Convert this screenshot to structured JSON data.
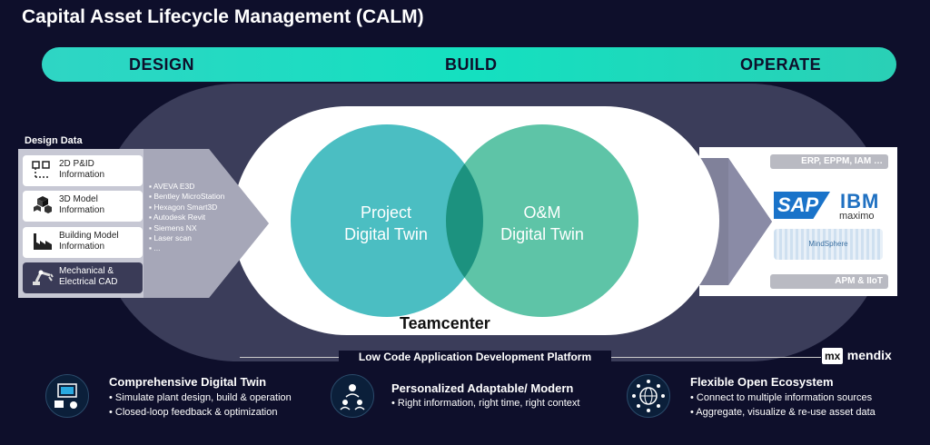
{
  "title": "Capital Asset Lifecycle Management (CALM)",
  "phases": [
    "DESIGN",
    "BUILD",
    "OPERATE"
  ],
  "center": {
    "left_circle": [
      "Project",
      "Digital Twin"
    ],
    "right_circle": [
      "O&M",
      "Digital Twin"
    ],
    "platform": "Teamcenter"
  },
  "design_data": {
    "label": "Design Data",
    "cards": [
      {
        "line1": "2D P&ID",
        "line2": "Information",
        "icon": "pid-icon"
      },
      {
        "line1": "3D Model",
        "line2": "Information",
        "icon": "cubes-icon"
      },
      {
        "line1": "Building Model",
        "line2": "Information",
        "icon": "factory-icon"
      },
      {
        "line1": "Mechanical &",
        "line2": "Electrical CAD",
        "icon": "robot-arm-icon"
      }
    ],
    "tools": [
      "AVEVA E3D",
      "Bentley MicroStation",
      "Hexagon Smart3D",
      "Autodesk Revit",
      "Siemens NX",
      "Laser scan",
      "..."
    ]
  },
  "operate": {
    "top_tag": "ERP, EPPM, IAM …",
    "bottom_tag": "APM & IIoT",
    "logos": [
      "SAP",
      "IBM",
      "maximo",
      "MindSphere"
    ]
  },
  "low_code": "Low Code Application Development Platform",
  "mendix": {
    "badge": "mx",
    "name": "mendix"
  },
  "features": [
    {
      "heading": "Comprehensive Digital Twin",
      "lines": [
        "• Simulate plant design, build & operation",
        "• Closed-loop feedback & optimization"
      ]
    },
    {
      "heading": "Personalized Adaptable/ Modern",
      "lines": [
        "• Right information, right time, right context"
      ]
    },
    {
      "heading": "Flexible Open Ecosystem",
      "lines": [
        "• Connect to multiple information sources",
        "• Aggregate, visualize & re-use asset data"
      ]
    }
  ],
  "colors": {
    "background": "#0e0f2b",
    "teal": "#14e0c0",
    "circle_left": "#4bbec2",
    "circle_right": "#5ec4a7",
    "panel": "#3b3d5a"
  }
}
